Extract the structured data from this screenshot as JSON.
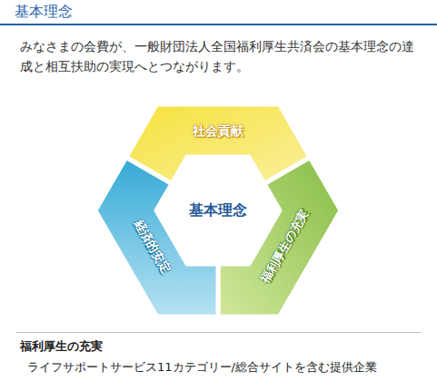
{
  "diagram": {
    "title": "基本理念",
    "nodes": [
      {
        "text": [
          "社会貢献"
        ]
      },
      {
        "text": [
          "福利厚生の充実"
        ]
      },
      {
        "text": [
          "経済的安定"
        ]
      },
      {
        "text": [
          "基本理念"
        ]
      }
    ],
    "labels": [
      "みなさまの会費が、一般財団法人全国福利厚生共済会の基本理念の達成と相互扶助の実現へとつながります。",
      "福利厚生の充実",
      "ライフサポートサービス11カテゴリー/総合サイトを含む提供企業"
    ]
  }
}
